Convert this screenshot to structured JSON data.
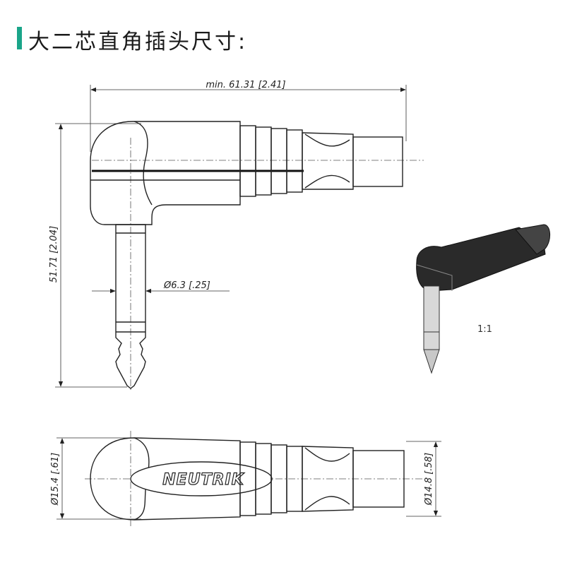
{
  "title": "大二芯直角插头尺寸:",
  "dimensions": {
    "length": "min. 61.31 [2.41]",
    "height": "51.71 [2.04]",
    "pin_diameter": "Ø6.3 [.25]",
    "body_diameter": "Ø15.4 [.61]",
    "tail_diameter": "Ø14.8 [.58]"
  },
  "scale_label": "1:1",
  "brand_label": "NEUTRIK",
  "colors": {
    "accent": "#1aa589",
    "line": "#222222"
  }
}
